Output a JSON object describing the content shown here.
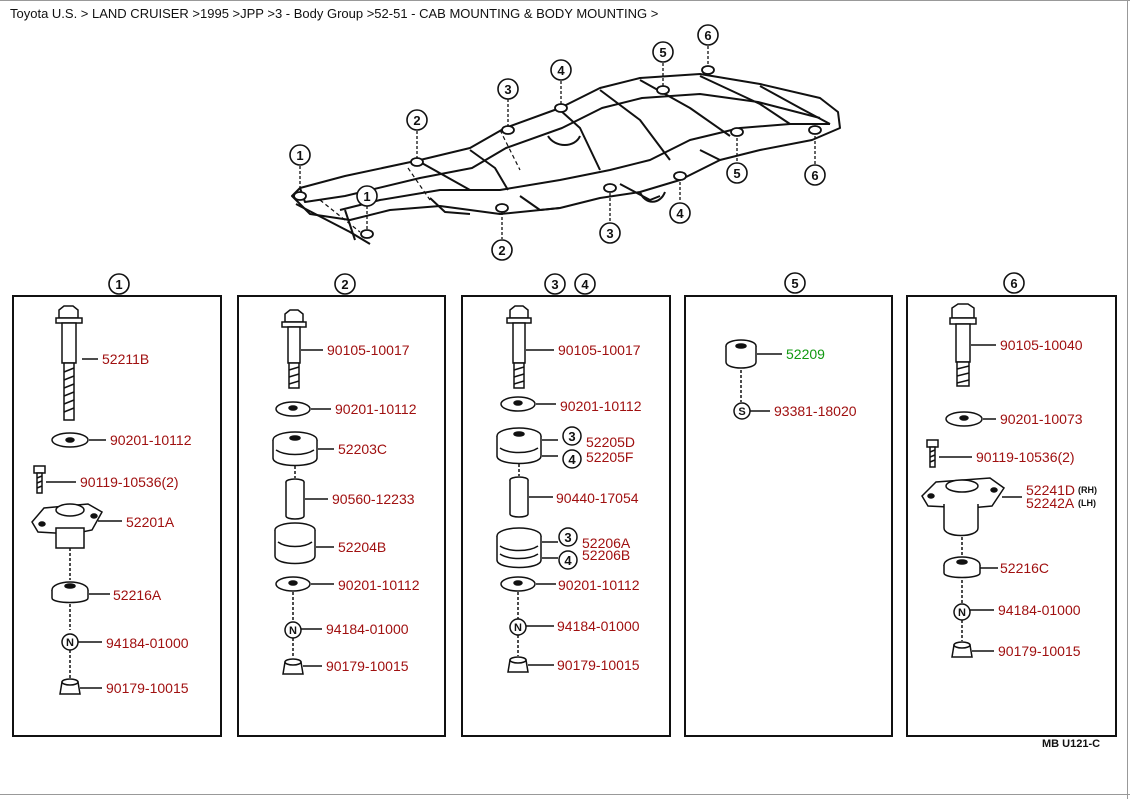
{
  "breadcrumb": "Toyota U.S. > LAND CRUISER >1995 >JPP >3 - Body Group >52-51 - CAB MOUNTING & BODY MOUNTING >",
  "diagram_code": "MB  U121-C",
  "colors": {
    "part_number": "#a01010",
    "highlight": "#119911",
    "line": "#111111"
  },
  "frame_callouts": [
    "1",
    "2",
    "3",
    "4",
    "5",
    "6"
  ],
  "sections": [
    {
      "label": "1",
      "parts": [
        "52211B",
        "90201-10112",
        "90119-10536(2)",
        "52201A",
        "52216A",
        "94184-01000",
        "90179-10015"
      ]
    },
    {
      "label": "2",
      "parts": [
        "90105-10017",
        "90201-10112",
        "52203C",
        "90560-12233",
        "52204B",
        "90201-10112",
        "94184-01000",
        "90179-10015"
      ]
    },
    {
      "label_a": "3",
      "label_b": "4",
      "parts": [
        "90105-10017",
        "90201-10112",
        "52205D",
        "52205F",
        "90440-17054",
        "52206A",
        "52206B",
        "90201-10112",
        "94184-01000",
        "90179-10015"
      ]
    },
    {
      "label": "5",
      "parts": [
        "52209",
        "93381-18020"
      ]
    },
    {
      "label": "6",
      "parts": [
        "90105-10040",
        "90201-10073",
        "90119-10536(2)",
        "52241D",
        "52242A",
        "52216C",
        "94184-01000",
        "90179-10015"
      ],
      "notes": [
        "(RH)",
        "(LH)"
      ]
    }
  ],
  "markers": {
    "N": "N",
    "S": "S"
  }
}
